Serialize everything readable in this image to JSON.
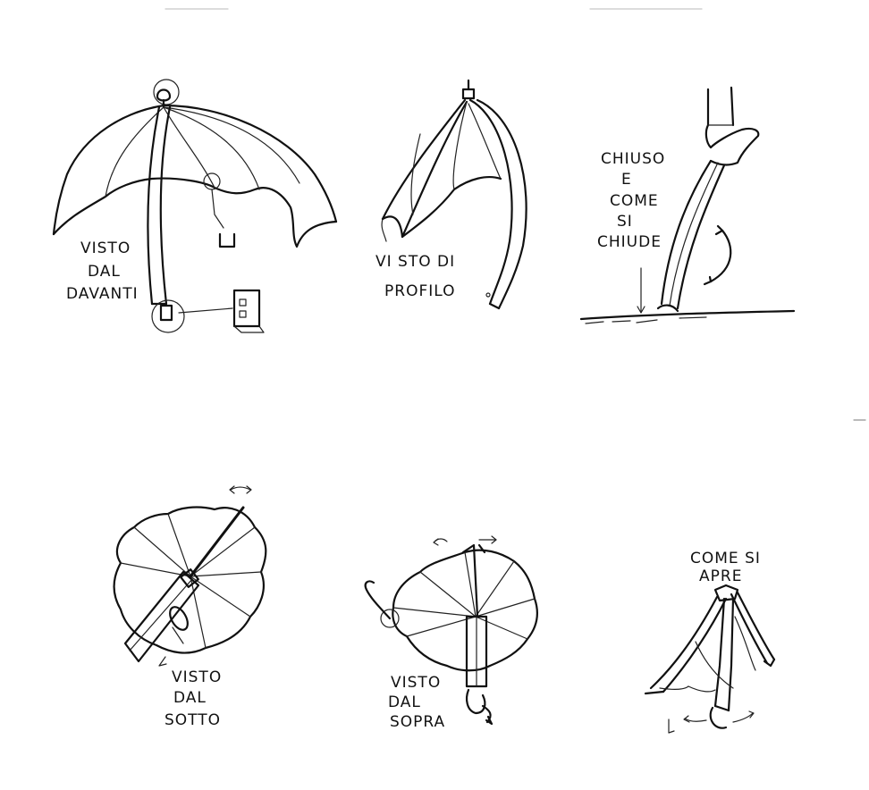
{
  "colors": {
    "ink": "#111111",
    "paper": "#ffffff"
  },
  "labels": {
    "front": [
      "VISTO",
      "DAL",
      "DAVANTI"
    ],
    "profile": [
      "VI STO DI",
      "PROFILO"
    ],
    "closed": [
      "CHIUSO",
      "E",
      "COME",
      "SI",
      "CHIUDE"
    ],
    "below": [
      "VISTO",
      "DAL",
      "SOTTO"
    ],
    "above": [
      "VISTO",
      "DAL",
      "SOPRA"
    ],
    "opens": [
      "COME SI",
      "APRE"
    ]
  }
}
